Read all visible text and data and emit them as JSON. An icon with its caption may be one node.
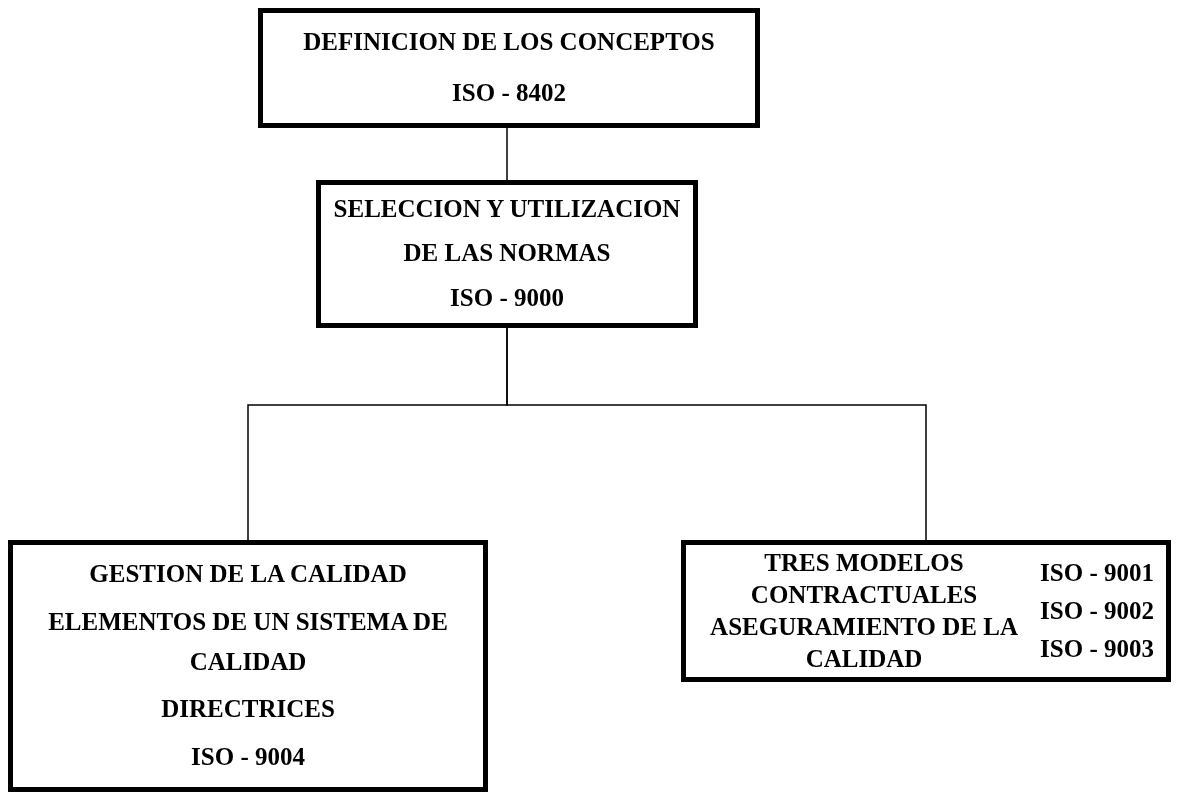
{
  "diagram": {
    "nodes": [
      {
        "text": [
          "DEFINICION DE LOS CONCEPTOS",
          "ISO - 8402"
        ]
      },
      {
        "text": [
          "SELECCION Y UTILIZACION DE LAS NORMAS",
          "ISO - 9000"
        ]
      },
      {
        "text": [
          "GESTION DE LA CALIDAD",
          "ELEMENTOS DE UN SISTEMA DE CALIDAD",
          "DIRECTRICES",
          "ISO - 9004"
        ]
      },
      {
        "text": [
          "TRES MODELOS CONTRACTUALES ASEGURAMIENTO DE LA CALIDAD",
          "ISO - 9001",
          "ISO - 9002",
          "ISO - 9003"
        ]
      }
    ],
    "edges": [
      {
        "from": 0,
        "to": 1,
        "arrow": "none"
      },
      {
        "from": 1,
        "to": 2,
        "arrow": "none"
      },
      {
        "from": 1,
        "to": 3,
        "arrow": "none"
      }
    ]
  }
}
